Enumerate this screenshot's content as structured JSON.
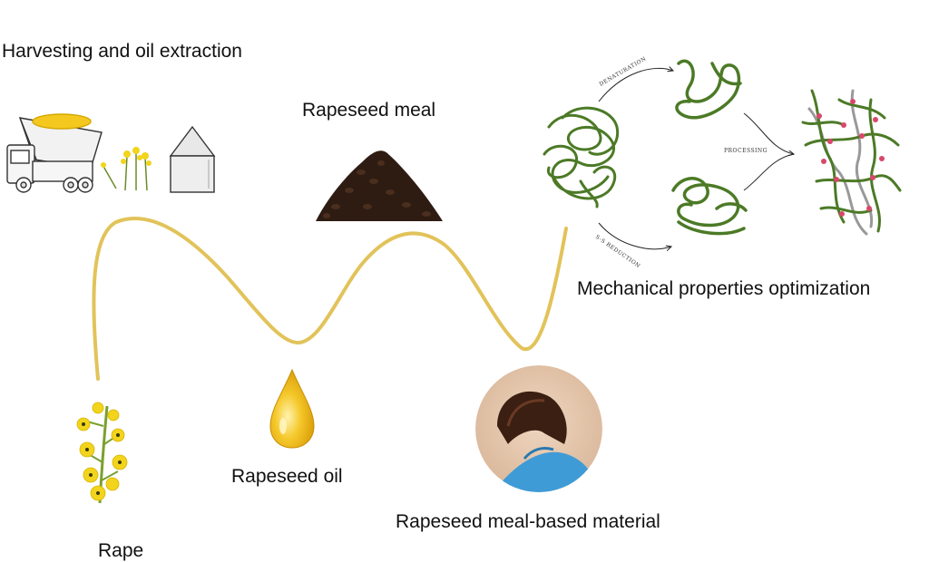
{
  "labels": {
    "harvest": "Harvesting and oil extraction",
    "meal": "Rapeseed meal",
    "mechanical": "Mechanical properties optimization",
    "oil": "Rapeseed oil",
    "material": "Rapeseed meal-based material",
    "rape": "Rape"
  },
  "process_labels": {
    "denaturation": "DENATURATION",
    "processing": "PROCESSING",
    "reduction": "S-S REDUCTION"
  },
  "colors": {
    "curve": "#e2c35a",
    "protein": "#4c7a26",
    "crosslink": "#d9476a",
    "flower": "#f2d41c",
    "oil": "#f0b810",
    "meal": "#3a2418",
    "glove": "#3f9bd6"
  },
  "icons": [
    "dump-truck-icon",
    "silo-icon",
    "rape-flower-icon",
    "oil-drop-icon",
    "meal-pile-icon",
    "protein-coil-icon",
    "crosslinked-network-icon",
    "material-photo"
  ]
}
